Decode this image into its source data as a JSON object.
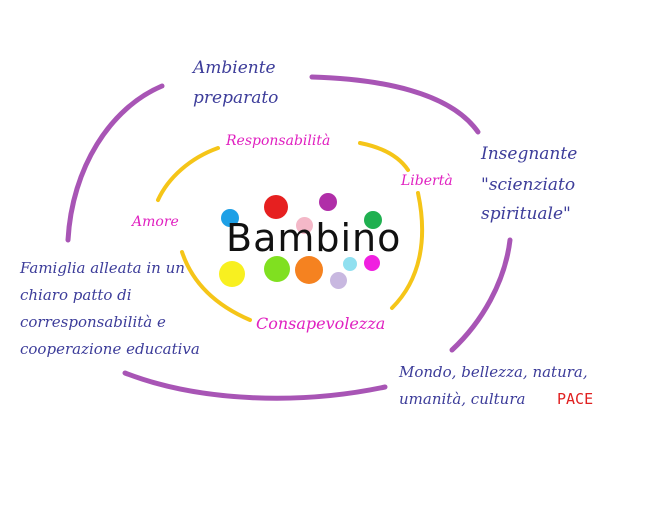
{
  "center": {
    "label": "Bambino"
  },
  "inner_ring": {
    "labels": {
      "responsabilita": "Responsabilità",
      "liberta": "Libertà",
      "amore": "Amore",
      "consapevolezza": "Consapevolezza"
    },
    "color": "#e020c0",
    "stroke_color": "#f5c518"
  },
  "outer_ring": {
    "ambiente": [
      "Ambiente",
      "preparato"
    ],
    "insegnante": [
      "Insegnante",
      "\"scienziato",
      "spirituale\""
    ],
    "famiglia": [
      "Famiglia alleata in un",
      "chiaro patto di",
      "corresponsabilità e",
      "cooperazione educativa"
    ],
    "mondo": [
      "Mondo, bellezza, natura,",
      "umanità, cultura"
    ],
    "pace": "PACE",
    "color": "#3d3d9a",
    "stroke_color": "#a855b5"
  },
  "pace_color": "#e02020",
  "dot_colors": {
    "cyan": "#1ea0e6",
    "red": "#e62020",
    "magenta": "#b02ea8",
    "pink": "#f4b8c8",
    "green": "#20b050",
    "yellow": "#f8f020",
    "lime": "#80e020",
    "orange": "#f58220",
    "lightblue": "#90e0f0",
    "fuchsia": "#f020e0",
    "lavender": "#c8b8e0"
  }
}
